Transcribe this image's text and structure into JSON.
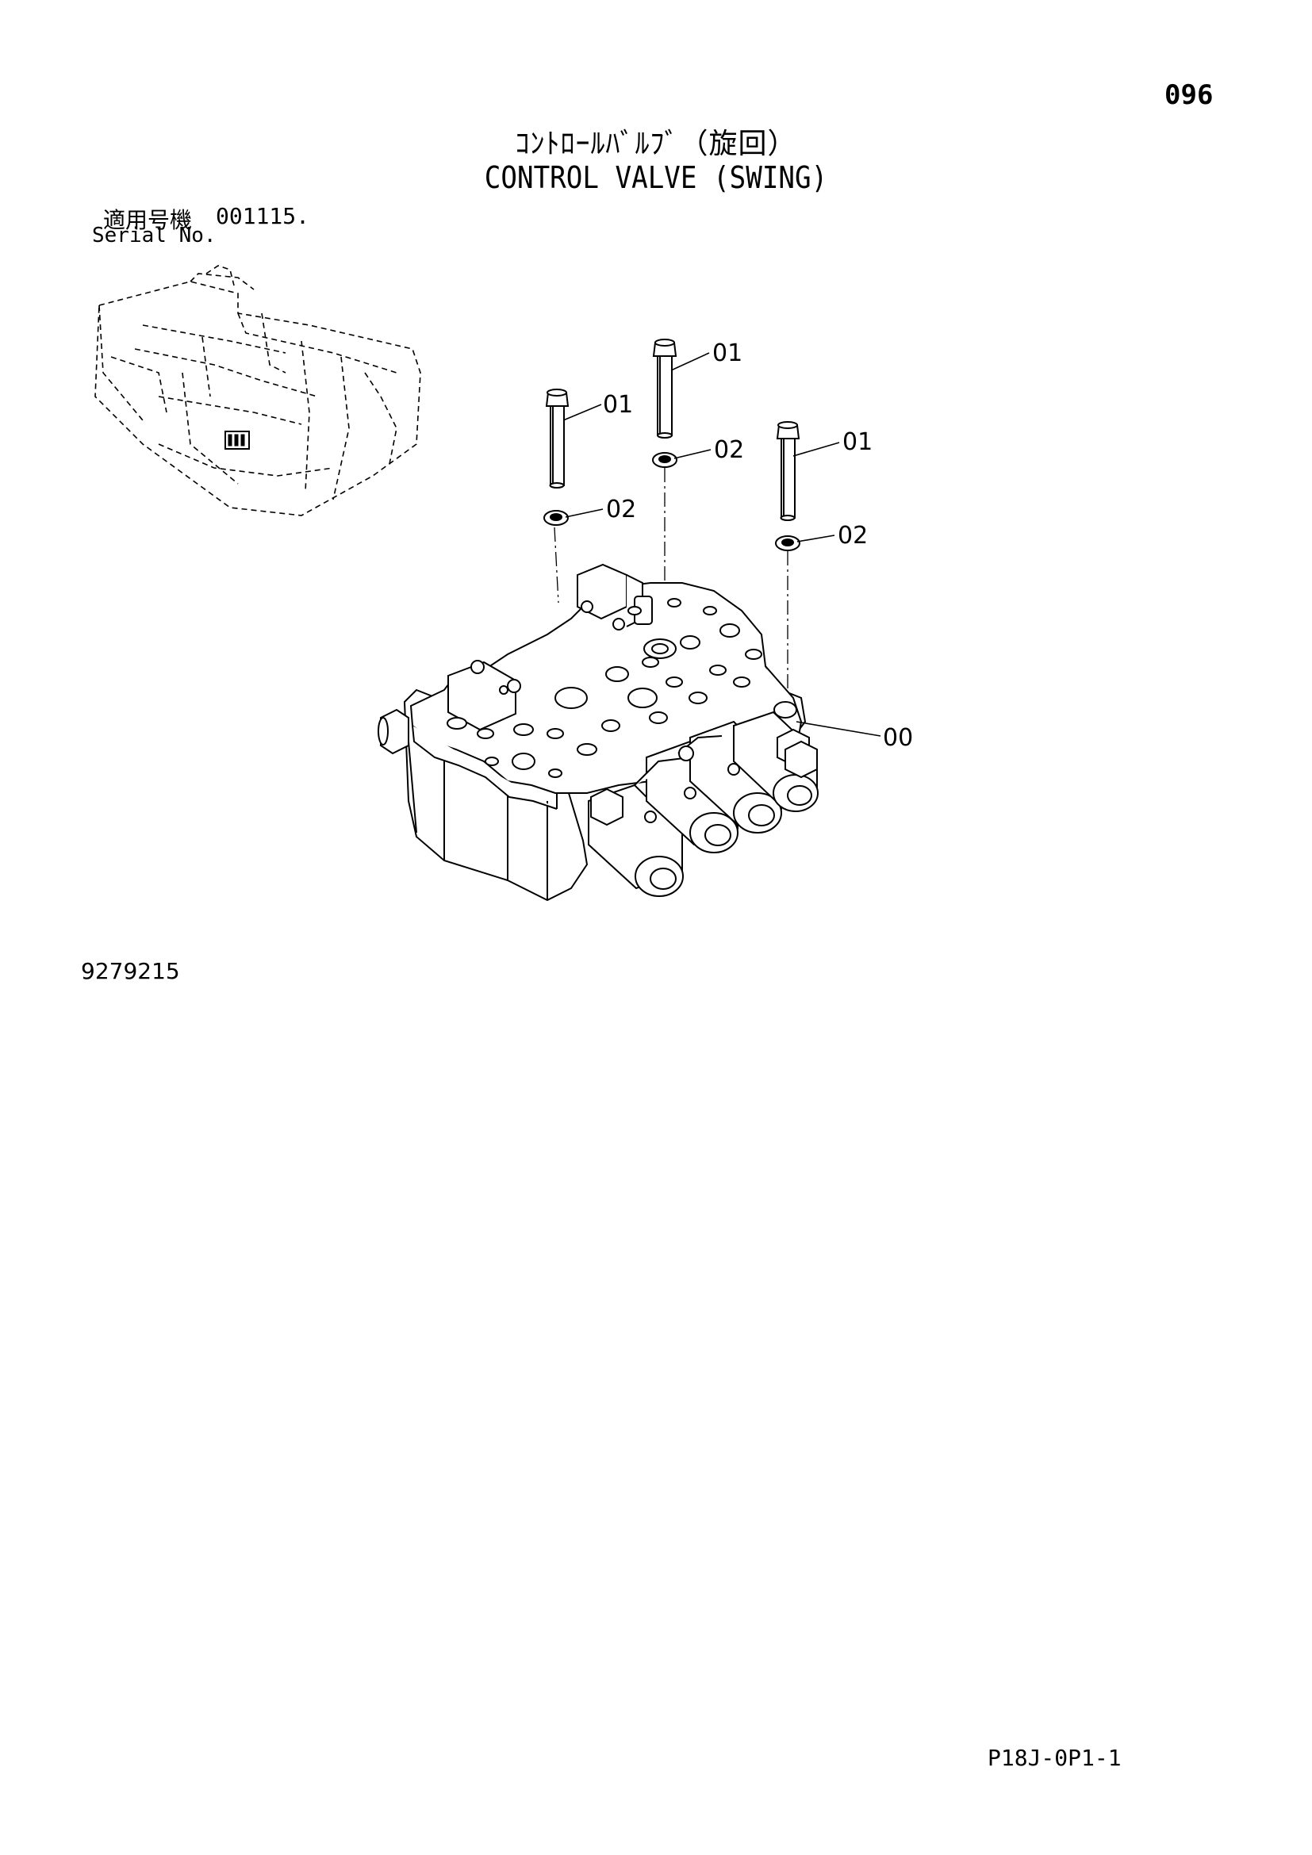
{
  "page_number": "096",
  "title_jp": "ｺﾝﾄﾛｰﾙﾊﾞﾙﾌﾞ（旋回）",
  "title_en": "CONTROL VALVE (SWING)",
  "serial_label_jp": "適用号機",
  "serial_value": "001115.",
  "serial_label_en": "Serial No.",
  "figure_id": "9279215",
  "page_code": "P18J-0P1-1",
  "callouts": {
    "bolt_left": "01",
    "bolt_middle": "01",
    "bolt_right": "01",
    "washer_left": "02",
    "washer_middle": "02",
    "washer_right": "02",
    "valve": "00"
  }
}
